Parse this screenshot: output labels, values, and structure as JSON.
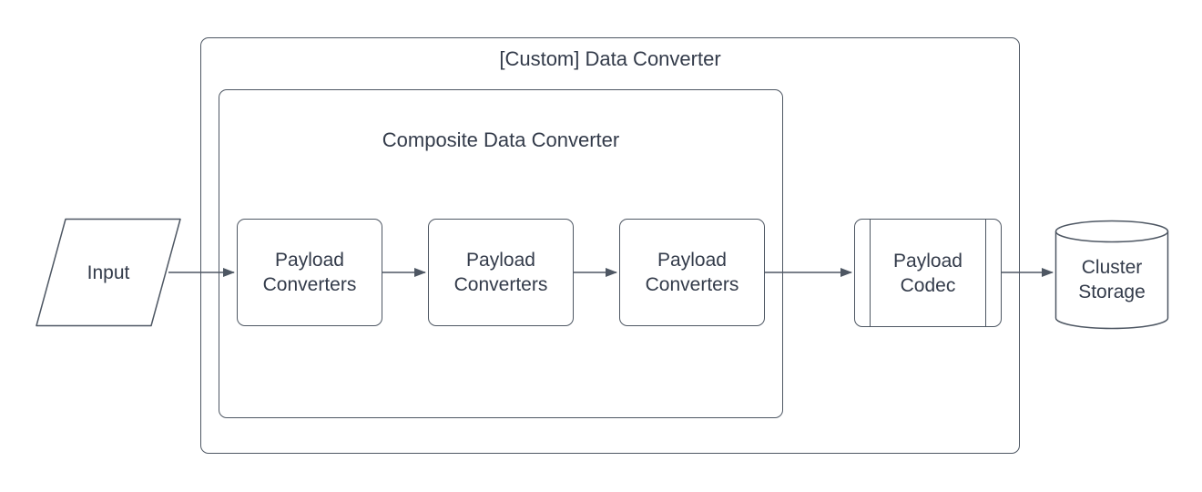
{
  "diagram": {
    "outer_container": {
      "title": "[Custom] Data Converter"
    },
    "inner_container": {
      "title": "Composite Data Converter"
    },
    "nodes": {
      "input": {
        "label": "Input",
        "shape": "parallelogram"
      },
      "payload_converters_1": {
        "label": "Payload Converters",
        "shape": "rounded-rectangle"
      },
      "payload_converters_2": {
        "label": "Payload Converters",
        "shape": "rounded-rectangle"
      },
      "payload_converters_3": {
        "label": "Payload Converters",
        "shape": "rounded-rectangle"
      },
      "payload_codec": {
        "label": "Payload Codec",
        "shape": "predefined-process"
      },
      "cluster_storage": {
        "label": "Cluster Storage",
        "shape": "cylinder"
      }
    },
    "edges": [
      {
        "from": "input",
        "to": "payload_converters_1"
      },
      {
        "from": "payload_converters_1",
        "to": "payload_converters_2"
      },
      {
        "from": "payload_converters_2",
        "to": "payload_converters_3"
      },
      {
        "from": "payload_converters_3",
        "to": "payload_codec"
      },
      {
        "from": "payload_codec",
        "to": "cluster_storage"
      }
    ],
    "colors": {
      "stroke": "#4e5763",
      "text": "#333b4a",
      "background": "#ffffff"
    }
  }
}
